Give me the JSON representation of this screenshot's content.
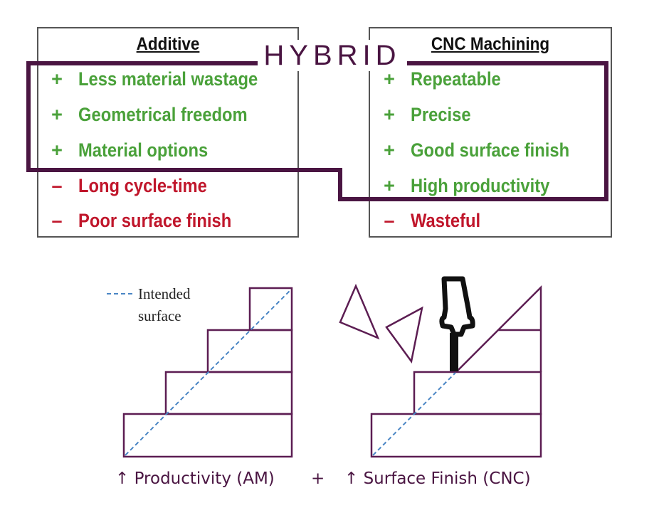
{
  "hybrid_label": "HYBRID",
  "additive": {
    "title": "Additive",
    "items": [
      {
        "sign": "+",
        "text": "Less material wastage"
      },
      {
        "sign": "+",
        "text": "Geometrical freedom"
      },
      {
        "sign": "+",
        "text": "Material options"
      },
      {
        "sign": "–",
        "text": "Long cycle-time"
      },
      {
        "sign": "–",
        "text": "Poor surface finish"
      }
    ]
  },
  "cnc": {
    "title": "CNC Machining",
    "items": [
      {
        "sign": "+",
        "text": "Repeatable"
      },
      {
        "sign": "+",
        "text": "Precise"
      },
      {
        "sign": "+",
        "text": "Good surface finish"
      },
      {
        "sign": "+",
        "text": "High productivity"
      },
      {
        "sign": "–",
        "text": "Wasteful"
      }
    ]
  },
  "legend": {
    "line1": "Intended",
    "line2": "surface"
  },
  "captions": {
    "left": "↑ Productivity (AM)",
    "plus": "+",
    "right": "↑ Surface Finish (CNC)"
  },
  "colors": {
    "positive": "#4aa13a",
    "negative": "#c0162b",
    "hybrid": "#4a1542",
    "stairs": "#5c1d52",
    "intended_surface": "#4a86c5"
  }
}
